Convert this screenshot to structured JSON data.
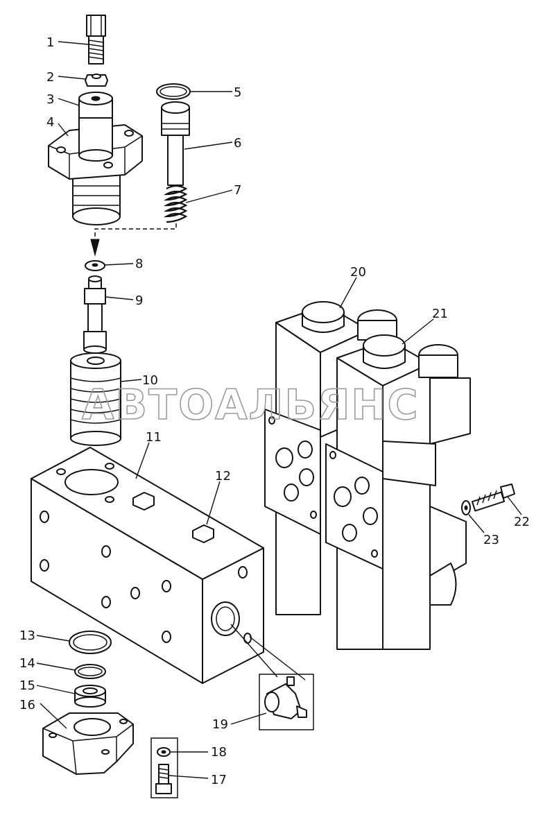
{
  "watermark": "АВТОАЛЬЯНС",
  "callouts": [
    "1",
    "2",
    "3",
    "4",
    "5",
    "6",
    "7",
    "8",
    "9",
    "10",
    "11",
    "12",
    "13",
    "14",
    "15",
    "16",
    "17",
    "18",
    "19",
    "20",
    "21",
    "22",
    "23"
  ]
}
